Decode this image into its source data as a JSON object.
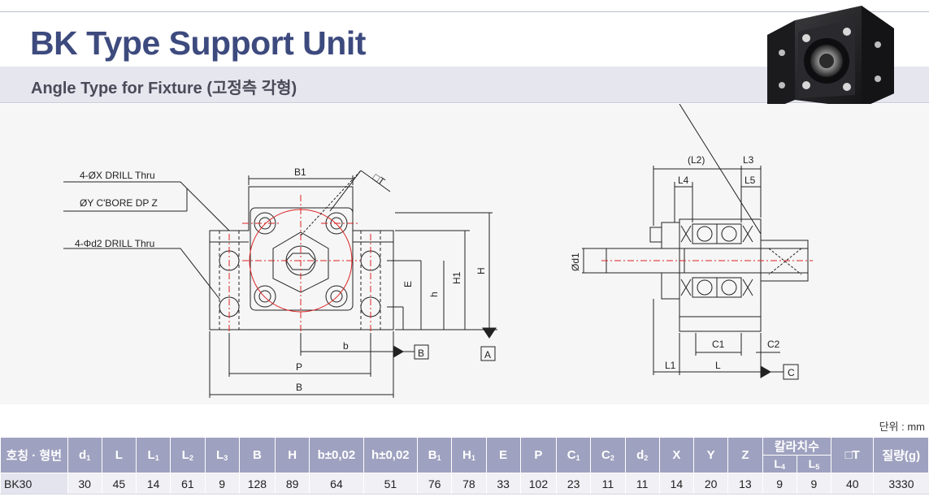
{
  "header": {
    "title": "BK Type Support Unit",
    "subtitle": "Angle Type for Fixture (고정측 각형)"
  },
  "drawing": {
    "front": {
      "label_drill_x": "4-ØX DRILL Thru",
      "label_cbore": "ØY C'BORE  DP Z",
      "label_drill_d2": "4-Φd2 DRILL Thru",
      "dim_b1": "B1",
      "dim_t": "□T",
      "dim_e": "E",
      "dim_h": "h",
      "dim_h1": "H1",
      "dim_H": "H",
      "dim_b": "b",
      "dim_p": "P",
      "dim_B": "B",
      "ref_b": "B",
      "ref_a": "A"
    },
    "side": {
      "dim_l2": "(L2)",
      "dim_l3": "L3",
      "dim_l4": "L4",
      "dim_l5": "L5",
      "dim_d1": "Ød1",
      "dim_c1": "C1",
      "dim_c2": "C2",
      "dim_l1": "L1",
      "dim_l": "L",
      "ref_c": "C"
    }
  },
  "unit_label": "단위 : mm",
  "table": {
    "headers": [
      {
        "main": "호칭 · 형번"
      },
      {
        "main": "d",
        "sub": "1"
      },
      {
        "main": "L"
      },
      {
        "main": "L",
        "sub": "1"
      },
      {
        "main": "L",
        "sub": "2"
      },
      {
        "main": "L",
        "sub": "3"
      },
      {
        "main": "B"
      },
      {
        "main": "H"
      },
      {
        "main": "b±0,02"
      },
      {
        "main": "h±0,02"
      },
      {
        "main": "B",
        "sub": "1"
      },
      {
        "main": "H",
        "sub": "1"
      },
      {
        "main": "E"
      },
      {
        "main": "P"
      },
      {
        "main": "C",
        "sub": "1"
      },
      {
        "main": "C",
        "sub": "2"
      },
      {
        "main": "d",
        "sub": "2"
      },
      {
        "main": "X"
      },
      {
        "main": "Y"
      },
      {
        "main": "Z"
      },
      {
        "main": "칼라치수",
        "children": [
          {
            "main": "L",
            "sub": "4"
          },
          {
            "main": "L",
            "sub": "5"
          }
        ]
      },
      {
        "main": "□T"
      },
      {
        "main": "질량(g)"
      }
    ],
    "rows": [
      [
        "BK30",
        "30",
        "45",
        "14",
        "61",
        "9",
        "128",
        "89",
        "64",
        "51",
        "76",
        "78",
        "33",
        "102",
        "23",
        "11",
        "11",
        "14",
        "20",
        "13",
        "9",
        "9",
        "40",
        "3330"
      ]
    ]
  }
}
